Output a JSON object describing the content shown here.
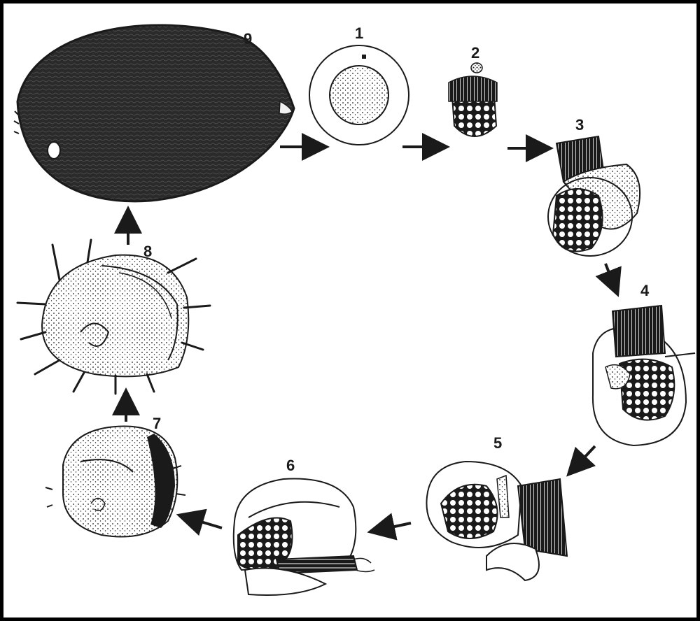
{
  "diagram": {
    "stages": [
      {
        "id": 1,
        "label": "1",
        "form": "egg"
      },
      {
        "id": 2,
        "label": "2",
        "form": "early-embryo"
      },
      {
        "id": 3,
        "label": "3",
        "form": "veliger-embryo"
      },
      {
        "id": 4,
        "label": "4",
        "form": "veliger-in-capsule"
      },
      {
        "id": 5,
        "label": "5",
        "form": "late-veliger"
      },
      {
        "id": 6,
        "label": "6",
        "form": "pre-hatching-larva"
      },
      {
        "id": 7,
        "label": "7",
        "form": "juvenile-shell"
      },
      {
        "id": 8,
        "label": "8",
        "form": "spined-juvenile-shell"
      },
      {
        "id": 9,
        "label": "9",
        "form": "adult-shell"
      }
    ],
    "colors": {
      "ink": "#1a1a1a",
      "paper": "#ffffff",
      "frame": "#000000"
    }
  }
}
